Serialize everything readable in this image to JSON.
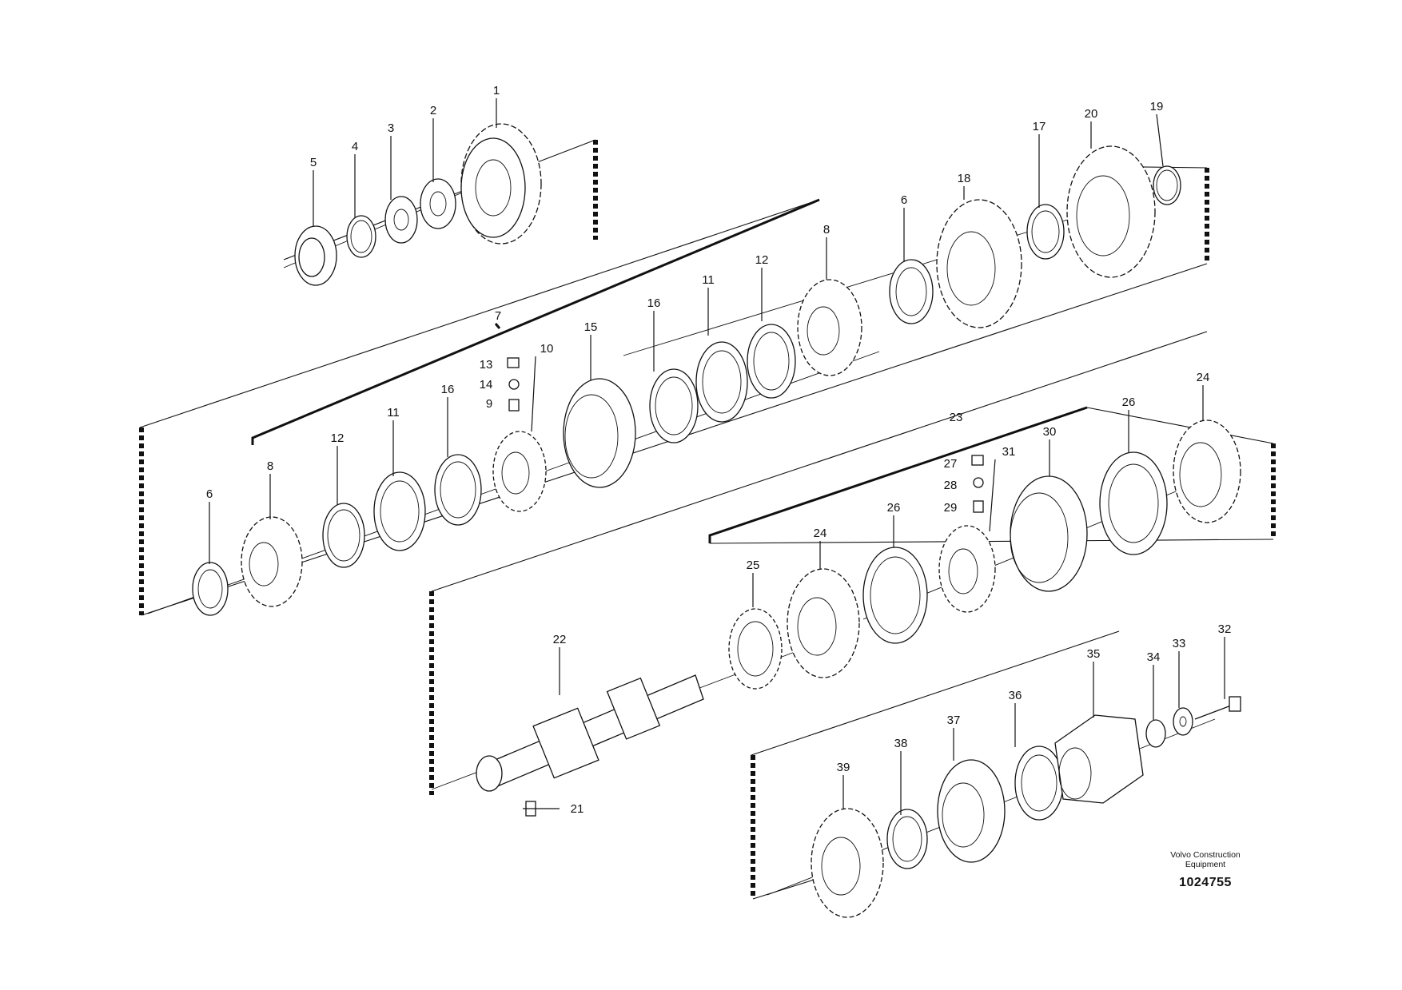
{
  "diagram": {
    "callouts": [
      {
        "id": "c1",
        "label": "1"
      },
      {
        "id": "c2",
        "label": "2"
      },
      {
        "id": "c3",
        "label": "3"
      },
      {
        "id": "c4",
        "label": "4"
      },
      {
        "id": "c5",
        "label": "5"
      },
      {
        "id": "c6a",
        "label": "6"
      },
      {
        "id": "c6b",
        "label": "6"
      },
      {
        "id": "c7",
        "label": "7"
      },
      {
        "id": "c8a",
        "label": "8"
      },
      {
        "id": "c8b",
        "label": "8"
      },
      {
        "id": "c9",
        "label": "9"
      },
      {
        "id": "c10",
        "label": "10"
      },
      {
        "id": "c11a",
        "label": "11"
      },
      {
        "id": "c11b",
        "label": "11"
      },
      {
        "id": "c12a",
        "label": "12"
      },
      {
        "id": "c12b",
        "label": "12"
      },
      {
        "id": "c13",
        "label": "13"
      },
      {
        "id": "c14",
        "label": "14"
      },
      {
        "id": "c15",
        "label": "15"
      },
      {
        "id": "c16a",
        "label": "16"
      },
      {
        "id": "c16b",
        "label": "16"
      },
      {
        "id": "c17",
        "label": "17"
      },
      {
        "id": "c18",
        "label": "18"
      },
      {
        "id": "c19",
        "label": "19"
      },
      {
        "id": "c20",
        "label": "20"
      },
      {
        "id": "c21",
        "label": "21"
      },
      {
        "id": "c22",
        "label": "22"
      },
      {
        "id": "c23",
        "label": "23"
      },
      {
        "id": "c24a",
        "label": "24"
      },
      {
        "id": "c24b",
        "label": "24"
      },
      {
        "id": "c25",
        "label": "25"
      },
      {
        "id": "c26a",
        "label": "26"
      },
      {
        "id": "c26b",
        "label": "26"
      },
      {
        "id": "c27",
        "label": "27"
      },
      {
        "id": "c28",
        "label": "28"
      },
      {
        "id": "c29",
        "label": "29"
      },
      {
        "id": "c30",
        "label": "30"
      },
      {
        "id": "c31",
        "label": "31"
      },
      {
        "id": "c32",
        "label": "32"
      },
      {
        "id": "c33",
        "label": "33"
      },
      {
        "id": "c34",
        "label": "34"
      },
      {
        "id": "c35",
        "label": "35"
      },
      {
        "id": "c36",
        "label": "36"
      },
      {
        "id": "c37",
        "label": "37"
      },
      {
        "id": "c38",
        "label": "38"
      },
      {
        "id": "c39",
        "label": "39"
      }
    ]
  },
  "caption": {
    "brand_line1": "Volvo Construction",
    "brand_line2": "Equipment",
    "doc_number": "1024755"
  }
}
